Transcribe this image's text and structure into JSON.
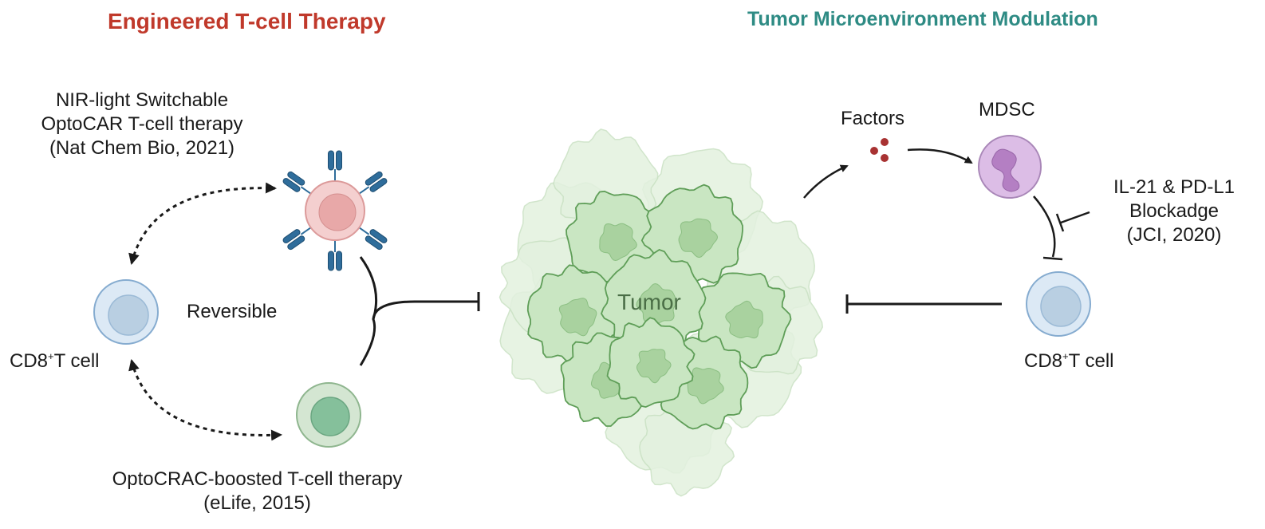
{
  "colors": {
    "left_title": "#c0392b",
    "right_title": "#2e8b84",
    "tcell_fill": "#d6e6f3",
    "tcell_stroke": "#7fa7cc",
    "optocar_fill": "#f2c4c4",
    "optocar_stroke": "#d98a8a",
    "receptor": "#2f6d9b",
    "optocrac_fill": "#c9ddc9",
    "optocrac_nucleus": "#7fb892",
    "mdsc_fill": "#d9b8e3",
    "mdsc_nucleus": "#b382c2",
    "factor": "#a83232",
    "tumor_fill": "#c6e3bf",
    "tumor_stroke": "#5f9e58",
    "arrow": "#1a1a1a"
  },
  "left_title": "Engineered T-cell Therapy",
  "right_title": "Tumor Microenvironment Modulation",
  "optocar": {
    "line1": "NIR-light Switchable",
    "line2": "OptoCAR T-cell therapy",
    "line3": "(Nat Chem Bio, 2021)"
  },
  "reversible": "Reversible",
  "cd8_left": {
    "prefix": "CD8",
    "sup": "+",
    "suffix": "T cell"
  },
  "optocrac": {
    "line1": "OptoCRAC-boosted T-cell therapy",
    "line2": "(eLife, 2015)"
  },
  "tumor": "Tumor",
  "factors": "Factors",
  "mdsc": "MDSC",
  "il21": {
    "line1": "IL-21 & PD-L1",
    "line2": "Blockadge",
    "line3": "(JCI, 2020)"
  },
  "cd8_right": {
    "prefix": "CD8",
    "sup": "+",
    "suffix": "T cell"
  }
}
